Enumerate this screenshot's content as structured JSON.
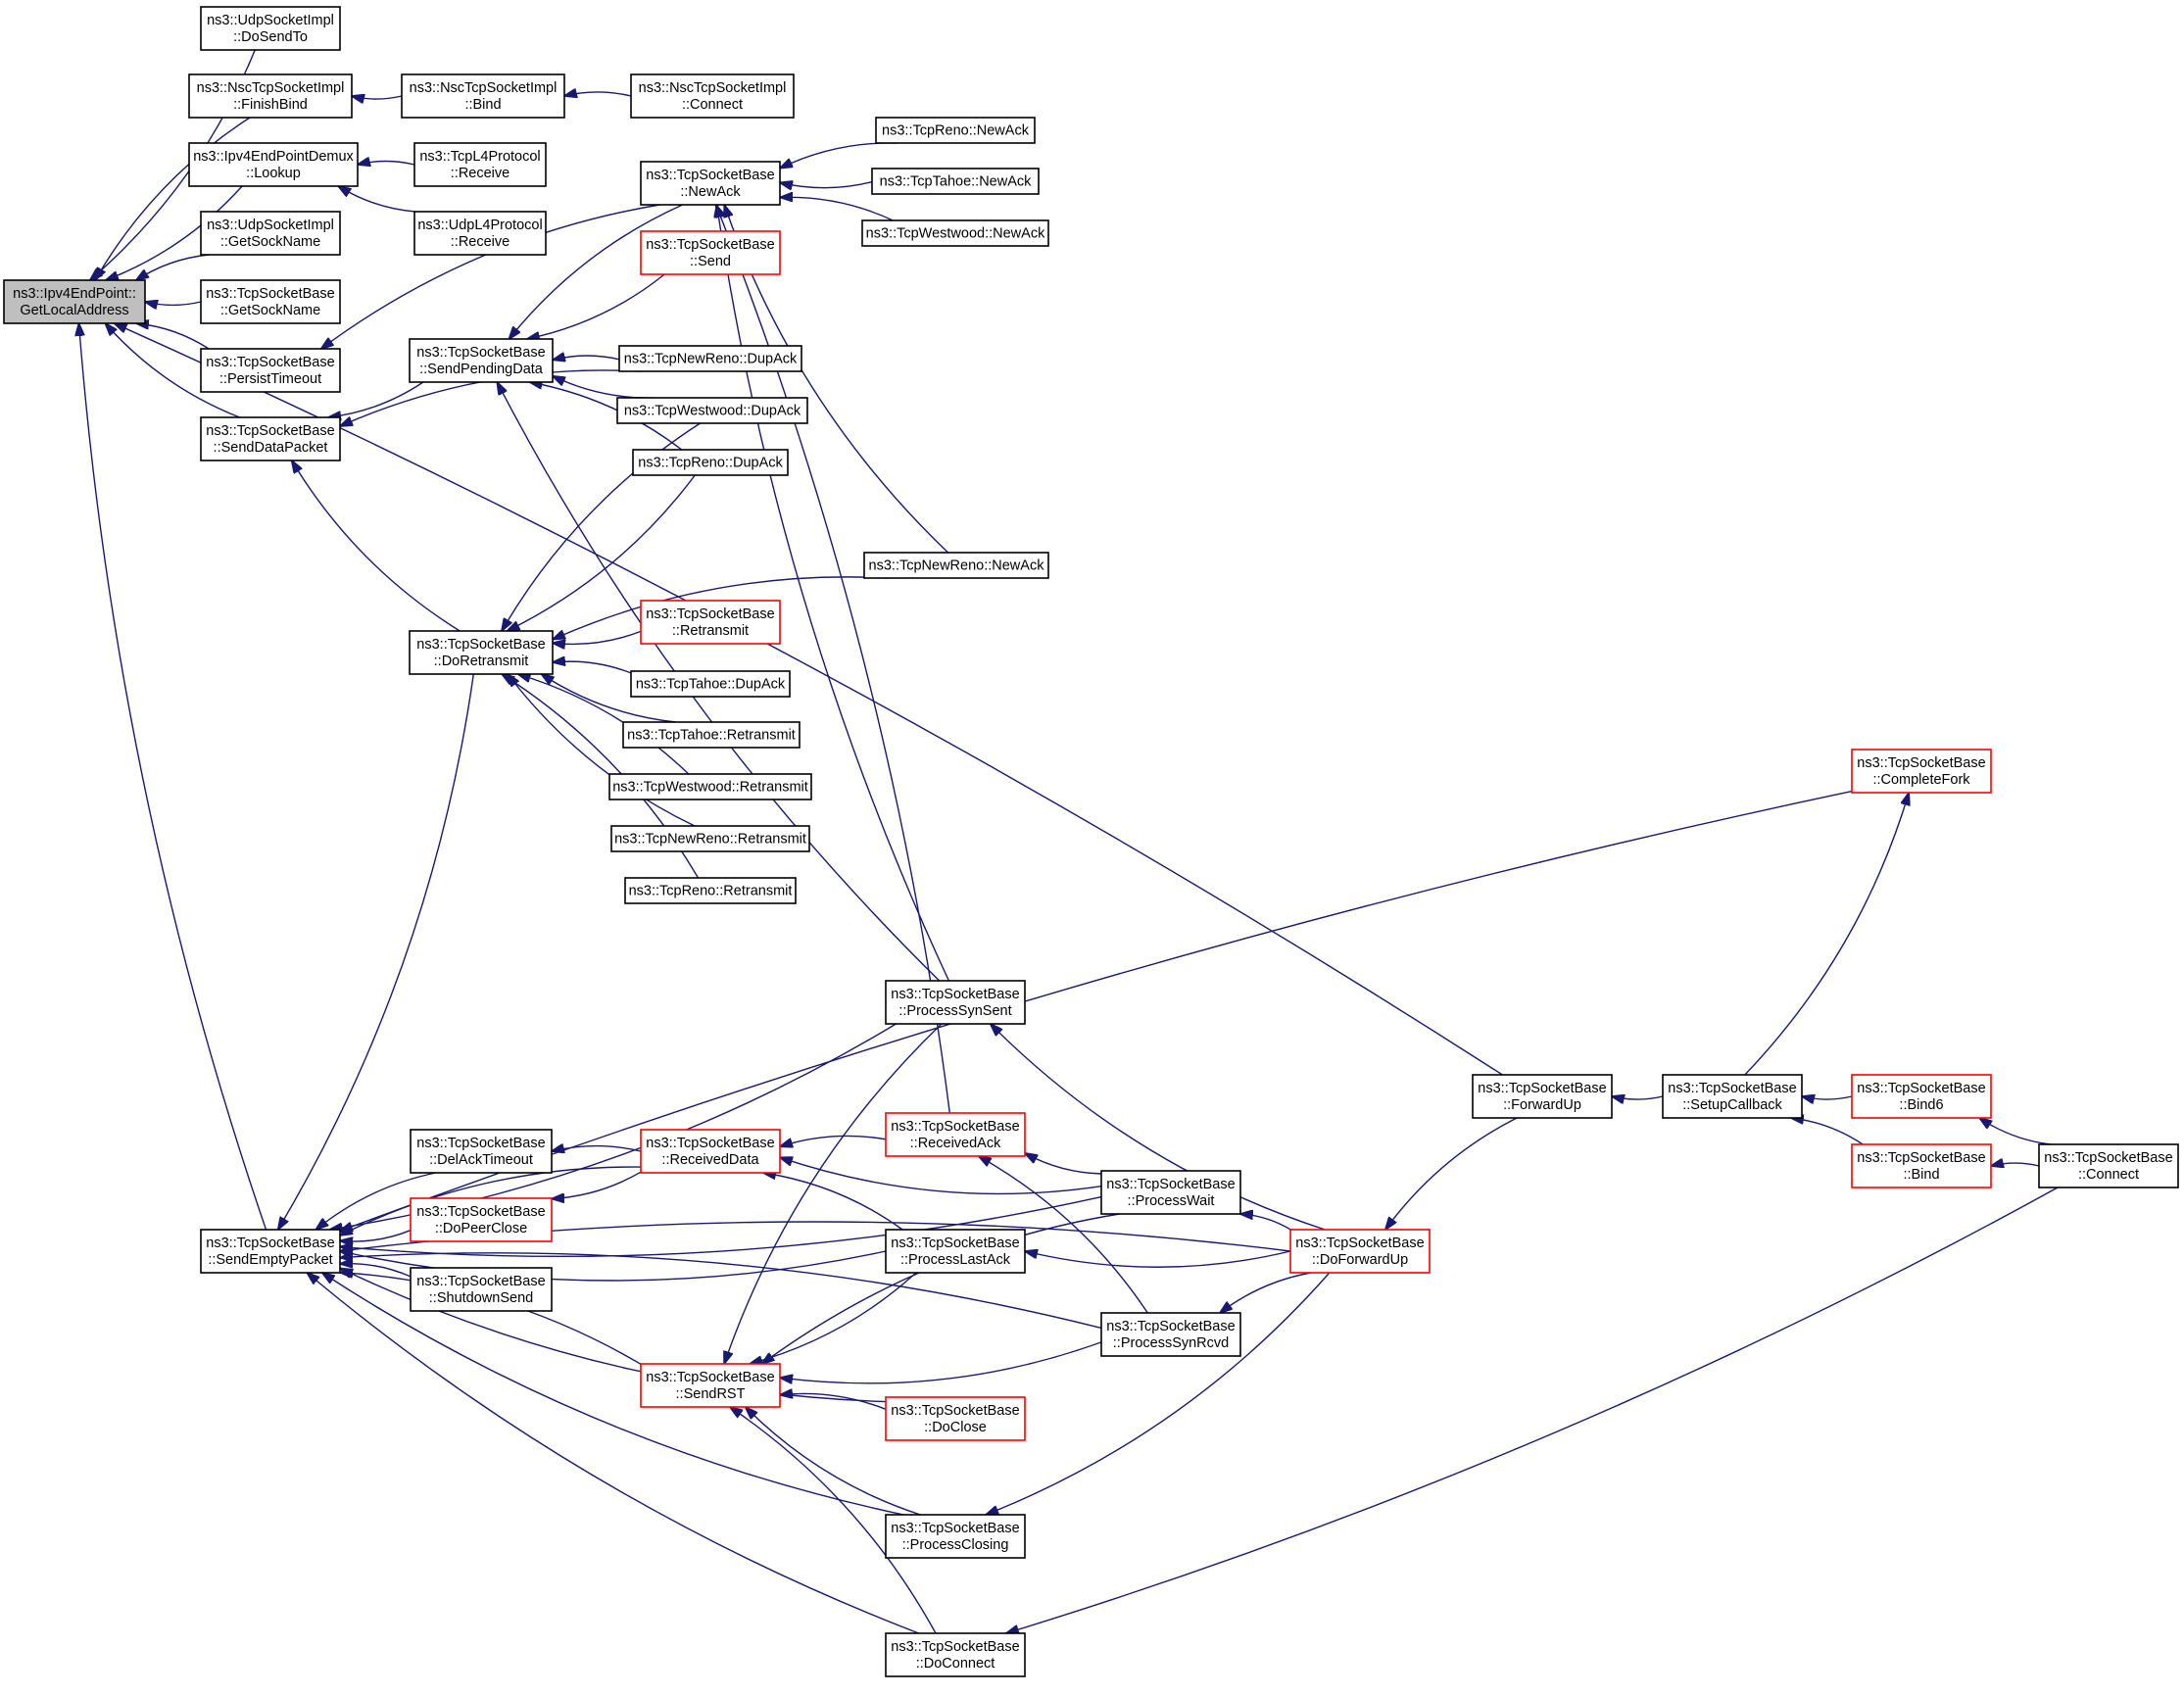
{
  "colors": {
    "edge": "#191970",
    "box_border": "#000000",
    "box_border_truncated": "#ff0000",
    "root_fill": "#bfbfbf",
    "node_fill": "#ffffff"
  },
  "nodes": [
    {
      "id": "root",
      "lines": [
        "ns3::Ipv4EndPoint::",
        "GetLocalAddress"
      ],
      "kind": "root"
    },
    {
      "id": "udp_dosendto",
      "lines": [
        "ns3::UdpSocketImpl",
        "::DoSendTo"
      ],
      "kind": "normal"
    },
    {
      "id": "nsc_finishbind",
      "lines": [
        "ns3::NscTcpSocketImpl",
        "::FinishBind"
      ],
      "kind": "normal"
    },
    {
      "id": "nsc_bind",
      "lines": [
        "ns3::NscTcpSocketImpl",
        "::Bind"
      ],
      "kind": "normal"
    },
    {
      "id": "nsc_connect",
      "lines": [
        "ns3::NscTcpSocketImpl",
        "::Connect"
      ],
      "kind": "normal"
    },
    {
      "id": "demux_lookup",
      "lines": [
        "ns3::Ipv4EndPointDemux",
        "::Lookup"
      ],
      "kind": "normal"
    },
    {
      "id": "tcpl4_receive",
      "lines": [
        "ns3::TcpL4Protocol",
        "::Receive"
      ],
      "kind": "normal"
    },
    {
      "id": "udpl4_receive",
      "lines": [
        "ns3::UdpL4Protocol",
        "::Receive"
      ],
      "kind": "normal"
    },
    {
      "id": "udp_getsockname",
      "lines": [
        "ns3::UdpSocketImpl",
        "::GetSockName"
      ],
      "kind": "normal"
    },
    {
      "id": "tsb_getsockname",
      "lines": [
        "ns3::TcpSocketBase",
        "::GetSockName"
      ],
      "kind": "normal"
    },
    {
      "id": "tsb_persisttimeout",
      "lines": [
        "ns3::TcpSocketBase",
        "::PersistTimeout"
      ],
      "kind": "normal"
    },
    {
      "id": "tsb_senddatapacket",
      "lines": [
        "ns3::TcpSocketBase",
        "::SendDataPacket"
      ],
      "kind": "normal"
    },
    {
      "id": "tsb_sendpendingdata",
      "lines": [
        "ns3::TcpSocketBase",
        "::SendPendingData"
      ],
      "kind": "normal"
    },
    {
      "id": "tsb_newack",
      "lines": [
        "ns3::TcpSocketBase",
        "::NewAck"
      ],
      "kind": "normal"
    },
    {
      "id": "tsb_send",
      "lines": [
        "ns3::TcpSocketBase",
        "::Send"
      ],
      "kind": "truncated"
    },
    {
      "id": "reno_newack",
      "lines": [
        "ns3::TcpReno::NewAck"
      ],
      "kind": "normal"
    },
    {
      "id": "tahoe_newack",
      "lines": [
        "ns3::TcpTahoe::NewAck"
      ],
      "kind": "normal"
    },
    {
      "id": "westwood_newack",
      "lines": [
        "ns3::TcpWestwood::NewAck"
      ],
      "kind": "normal"
    },
    {
      "id": "newreno_dupack",
      "lines": [
        "ns3::TcpNewReno::DupAck"
      ],
      "kind": "normal"
    },
    {
      "id": "westwood_dupack",
      "lines": [
        "ns3::TcpWestwood::DupAck"
      ],
      "kind": "normal"
    },
    {
      "id": "reno_dupack",
      "lines": [
        "ns3::TcpReno::DupAck"
      ],
      "kind": "normal"
    },
    {
      "id": "newreno_newack",
      "lines": [
        "ns3::TcpNewReno::NewAck"
      ],
      "kind": "normal"
    },
    {
      "id": "tsb_doretransmit",
      "lines": [
        "ns3::TcpSocketBase",
        "::DoRetransmit"
      ],
      "kind": "normal"
    },
    {
      "id": "tsb_retransmit",
      "lines": [
        "ns3::TcpSocketBase",
        "::Retransmit"
      ],
      "kind": "truncated"
    },
    {
      "id": "tahoe_dupack",
      "lines": [
        "ns3::TcpTahoe::DupAck"
      ],
      "kind": "normal"
    },
    {
      "id": "tahoe_retransmit",
      "lines": [
        "ns3::TcpTahoe::Retransmit"
      ],
      "kind": "normal"
    },
    {
      "id": "westwood_retransmit",
      "lines": [
        "ns3::TcpWestwood::Retransmit"
      ],
      "kind": "normal"
    },
    {
      "id": "newreno_retransmit",
      "lines": [
        "ns3::TcpNewReno::Retransmit"
      ],
      "kind": "normal"
    },
    {
      "id": "reno_retransmit",
      "lines": [
        "ns3::TcpReno::Retransmit"
      ],
      "kind": "normal"
    },
    {
      "id": "tsb_completefork",
      "lines": [
        "ns3::TcpSocketBase",
        "::CompleteFork"
      ],
      "kind": "truncated"
    },
    {
      "id": "tsb_processsynsent",
      "lines": [
        "ns3::TcpSocketBase",
        "::ProcessSynSent"
      ],
      "kind": "normal"
    },
    {
      "id": "tsb_forwardup",
      "lines": [
        "ns3::TcpSocketBase",
        "::ForwardUp"
      ],
      "kind": "normal"
    },
    {
      "id": "tsb_setupcallback",
      "lines": [
        "ns3::TcpSocketBase",
        "::SetupCallback"
      ],
      "kind": "normal"
    },
    {
      "id": "tsb_bind6",
      "lines": [
        "ns3::TcpSocketBase",
        "::Bind6"
      ],
      "kind": "truncated"
    },
    {
      "id": "tsb_bind",
      "lines": [
        "ns3::TcpSocketBase",
        "::Bind"
      ],
      "kind": "truncated"
    },
    {
      "id": "tsb_connect",
      "lines": [
        "ns3::TcpSocketBase",
        "::Connect"
      ],
      "kind": "normal"
    },
    {
      "id": "tsb_delacktimeout",
      "lines": [
        "ns3::TcpSocketBase",
        "::DelAckTimeout"
      ],
      "kind": "normal"
    },
    {
      "id": "tsb_receiveddata",
      "lines": [
        "ns3::TcpSocketBase",
        "::ReceivedData"
      ],
      "kind": "truncated"
    },
    {
      "id": "tsb_receivedack",
      "lines": [
        "ns3::TcpSocketBase",
        "::ReceivedAck"
      ],
      "kind": "truncated"
    },
    {
      "id": "tsb_processwait",
      "lines": [
        "ns3::TcpSocketBase",
        "::ProcessWait"
      ],
      "kind": "normal"
    },
    {
      "id": "tsb_sendemptypacket",
      "lines": [
        "ns3::TcpSocketBase",
        "::SendEmptyPacket"
      ],
      "kind": "normal"
    },
    {
      "id": "tsb_dopeerclose",
      "lines": [
        "ns3::TcpSocketBase",
        "::DoPeerClose"
      ],
      "kind": "truncated"
    },
    {
      "id": "tsb_shutdownsend",
      "lines": [
        "ns3::TcpSocketBase",
        "::ShutdownSend"
      ],
      "kind": "normal"
    },
    {
      "id": "tsb_processlastack",
      "lines": [
        "ns3::TcpSocketBase",
        "::ProcessLastAck"
      ],
      "kind": "normal"
    },
    {
      "id": "tsb_doforwardup",
      "lines": [
        "ns3::TcpSocketBase",
        "::DoForwardUp"
      ],
      "kind": "truncated"
    },
    {
      "id": "tsb_processsynrcvd",
      "lines": [
        "ns3::TcpSocketBase",
        "::ProcessSynRcvd"
      ],
      "kind": "normal"
    },
    {
      "id": "tsb_sendrst",
      "lines": [
        "ns3::TcpSocketBase",
        "::SendRST"
      ],
      "kind": "truncated"
    },
    {
      "id": "tsb_doclose",
      "lines": [
        "ns3::TcpSocketBase",
        "::DoClose"
      ],
      "kind": "truncated"
    },
    {
      "id": "tsb_processclosing",
      "lines": [
        "ns3::TcpSocketBase",
        "::ProcessClosing"
      ],
      "kind": "normal"
    },
    {
      "id": "tsb_doconnect",
      "lines": [
        "ns3::TcpSocketBase",
        "::DoConnect"
      ],
      "kind": "normal"
    }
  ],
  "edges": [
    {
      "from": "udp_dosendto",
      "to": "root"
    },
    {
      "from": "nsc_finishbind",
      "to": "root"
    },
    {
      "from": "nsc_bind",
      "to": "nsc_finishbind"
    },
    {
      "from": "nsc_connect",
      "to": "nsc_bind"
    },
    {
      "from": "demux_lookup",
      "to": "root"
    },
    {
      "from": "tcpl4_receive",
      "to": "demux_lookup"
    },
    {
      "from": "udpl4_receive",
      "to": "demux_lookup"
    },
    {
      "from": "udp_getsockname",
      "to": "root"
    },
    {
      "from": "tsb_getsockname",
      "to": "root"
    },
    {
      "from": "tsb_persisttimeout",
      "to": "root"
    },
    {
      "from": "tsb_senddatapacket",
      "to": "root"
    },
    {
      "from": "tsb_forwardup",
      "to": "root"
    },
    {
      "from": "tsb_sendemptypacket",
      "to": "root"
    },
    {
      "from": "tsb_newack",
      "to": "tsb_persisttimeout"
    },
    {
      "from": "tsb_sendpendingdata",
      "to": "tsb_senddatapacket"
    },
    {
      "from": "newreno_dupack",
      "to": "tsb_senddatapacket"
    },
    {
      "from": "tsb_doretransmit",
      "to": "tsb_senddatapacket"
    },
    {
      "from": "tsb_newack",
      "to": "tsb_sendpendingdata"
    },
    {
      "from": "tsb_send",
      "to": "tsb_sendpendingdata"
    },
    {
      "from": "newreno_dupack",
      "to": "tsb_sendpendingdata"
    },
    {
      "from": "westwood_dupack",
      "to": "tsb_sendpendingdata"
    },
    {
      "from": "reno_dupack",
      "to": "tsb_sendpendingdata"
    },
    {
      "from": "tsb_processsynsent",
      "to": "tsb_sendpendingdata"
    },
    {
      "from": "reno_newack",
      "to": "tsb_newack"
    },
    {
      "from": "tahoe_newack",
      "to": "tsb_newack"
    },
    {
      "from": "westwood_newack",
      "to": "tsb_newack"
    },
    {
      "from": "newreno_newack",
      "to": "tsb_newack"
    },
    {
      "from": "tsb_receivedack",
      "to": "tsb_newack"
    },
    {
      "from": "tsb_processsynsent",
      "to": "tsb_newack"
    },
    {
      "from": "westwood_dupack",
      "to": "tsb_doretransmit"
    },
    {
      "from": "reno_dupack",
      "to": "tsb_doretransmit"
    },
    {
      "from": "newreno_newack",
      "to": "tsb_doretransmit"
    },
    {
      "from": "tsb_retransmit",
      "to": "tsb_doretransmit"
    },
    {
      "from": "tahoe_dupack",
      "to": "tsb_doretransmit"
    },
    {
      "from": "tahoe_retransmit",
      "to": "tsb_doretransmit"
    },
    {
      "from": "westwood_retransmit",
      "to": "tsb_doretransmit"
    },
    {
      "from": "newreno_retransmit",
      "to": "tsb_doretransmit"
    },
    {
      "from": "reno_retransmit",
      "to": "tsb_doretransmit"
    },
    {
      "from": "tsb_doretransmit",
      "to": "tsb_sendemptypacket"
    },
    {
      "from": "tsb_completefork",
      "to": "tsb_sendemptypacket"
    },
    {
      "from": "tsb_processsynsent",
      "to": "tsb_sendemptypacket"
    },
    {
      "from": "tsb_receiveddata",
      "to": "tsb_sendemptypacket"
    },
    {
      "from": "tsb_processwait",
      "to": "tsb_sendemptypacket"
    },
    {
      "from": "tsb_delacktimeout",
      "to": "tsb_sendemptypacket"
    },
    {
      "from": "tsb_dopeerclose",
      "to": "tsb_sendemptypacket"
    },
    {
      "from": "tsb_shutdownsend",
      "to": "tsb_sendemptypacket"
    },
    {
      "from": "tsb_processlastack",
      "to": "tsb_sendemptypacket"
    },
    {
      "from": "tsb_sendrst",
      "to": "tsb_sendemptypacket"
    },
    {
      "from": "tsb_doclose",
      "to": "tsb_sendemptypacket"
    },
    {
      "from": "tsb_processsynrcvd",
      "to": "tsb_sendemptypacket"
    },
    {
      "from": "tsb_processclosing",
      "to": "tsb_sendemptypacket"
    },
    {
      "from": "tsb_doforwardup",
      "to": "tsb_sendemptypacket"
    },
    {
      "from": "tsb_doconnect",
      "to": "tsb_sendemptypacket"
    },
    {
      "from": "tsb_receiveddata",
      "to": "tsb_delacktimeout"
    },
    {
      "from": "tsb_receiveddata",
      "to": "tsb_dopeerclose"
    },
    {
      "from": "tsb_receivedack",
      "to": "tsb_receiveddata"
    },
    {
      "from": "tsb_processwait",
      "to": "tsb_receiveddata"
    },
    {
      "from": "tsb_processlastack",
      "to": "tsb_receiveddata"
    },
    {
      "from": "tsb_processwait",
      "to": "tsb_receivedack"
    },
    {
      "from": "tsb_processsynrcvd",
      "to": "tsb_receivedack"
    },
    {
      "from": "tsb_doforwardup",
      "to": "tsb_processsynsent"
    },
    {
      "from": "tsb_doforwardup",
      "to": "tsb_processwait"
    },
    {
      "from": "tsb_doforwardup",
      "to": "tsb_processlastack"
    },
    {
      "from": "tsb_doforwardup",
      "to": "tsb_processsynrcvd"
    },
    {
      "from": "tsb_doforwardup",
      "to": "tsb_processclosing"
    },
    {
      "from": "tsb_forwardup",
      "to": "tsb_doforwardup"
    },
    {
      "from": "tsb_setupcallback",
      "to": "tsb_forwardup"
    },
    {
      "from": "tsb_setupcallback",
      "to": "tsb_completefork"
    },
    {
      "from": "tsb_bind6",
      "to": "tsb_setupcallback"
    },
    {
      "from": "tsb_bind",
      "to": "tsb_setupcallback"
    },
    {
      "from": "tsb_connect",
      "to": "tsb_bind6"
    },
    {
      "from": "tsb_connect",
      "to": "tsb_bind"
    },
    {
      "from": "tsb_connect",
      "to": "tsb_doconnect"
    },
    {
      "from": "tsb_processsynsent",
      "to": "tsb_sendrst"
    },
    {
      "from": "tsb_processlastack",
      "to": "tsb_sendrst"
    },
    {
      "from": "tsb_processwait",
      "to": "tsb_sendrst"
    },
    {
      "from": "tsb_processsynrcvd",
      "to": "tsb_sendrst"
    },
    {
      "from": "tsb_doclose",
      "to": "tsb_sendrst"
    },
    {
      "from": "tsb_processclosing",
      "to": "tsb_sendrst"
    },
    {
      "from": "tsb_doconnect",
      "to": "tsb_sendrst"
    }
  ]
}
